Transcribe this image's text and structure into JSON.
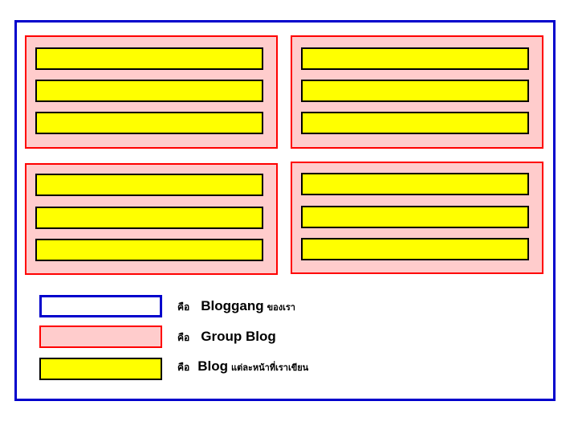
{
  "colors": {
    "bloggang_border": "#0000cc",
    "group_fill": "#ffcccc",
    "group_border": "#ff0000",
    "blog_fill": "#ffff00",
    "blog_border": "#000000"
  },
  "groups": [
    {
      "blogs": 3
    },
    {
      "blogs": 3
    },
    {
      "blogs": 3
    },
    {
      "blogs": 3
    }
  ],
  "legend": [
    {
      "prefix": "คือ",
      "term": "Bloggang",
      "suffix": "ของเรา"
    },
    {
      "prefix": "คือ",
      "term": "Group Blog",
      "suffix": ""
    },
    {
      "prefix": "คือ",
      "term": "Blog",
      "suffix": "แต่ละหน้าที่เราเขียน"
    }
  ]
}
